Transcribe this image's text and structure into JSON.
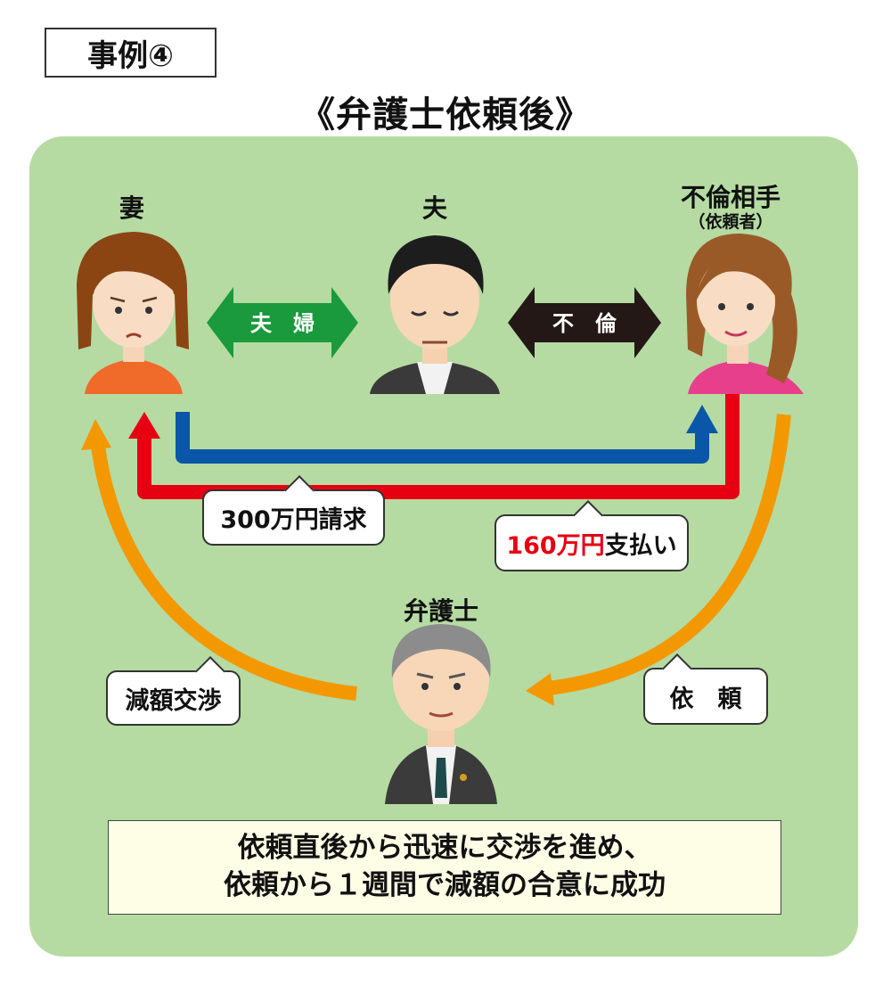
{
  "case_label": "事例④",
  "page_title": "《弁護士依頼後》",
  "people": {
    "wife": "妻",
    "husband": "夫",
    "partner": "不倫相手",
    "partner_sub": "（依頼者）",
    "lawyer": "弁護士"
  },
  "relations": {
    "couple": "夫　婦",
    "affair": "不　倫"
  },
  "callouts": {
    "claim_struck": "300万",
    "claim_suffix": "円請求",
    "pay_amount": "160万円",
    "pay_suffix": "支払い",
    "negotiation": "減額交渉",
    "request": "依　頼"
  },
  "summary": {
    "line1": "依頼直後から迅速に交渉を進め、",
    "line2": "依頼から１週間で減額の合意に成功"
  },
  "colors": {
    "panel": "#b5dba2",
    "couple_arrow": "#1a9a3c",
    "affair_arrow": "#231815",
    "claim_arrow": "#0a56a8",
    "pay_arrow": "#e60012",
    "lawyer_arrows": "#f39800"
  }
}
